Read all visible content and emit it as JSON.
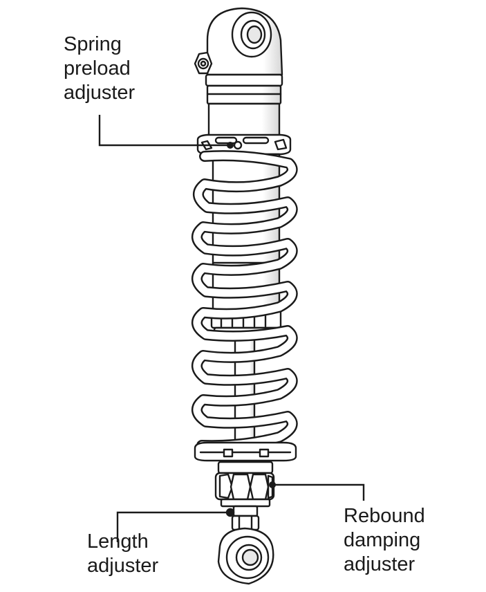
{
  "labels": {
    "spring_preload": [
      "Spring",
      "preload",
      "adjuster"
    ],
    "length": [
      "Length",
      "adjuster"
    ],
    "rebound_damping": [
      "Rebound",
      "damping",
      "adjuster"
    ]
  },
  "colors": {
    "stroke": "#1a1a1a",
    "fill": "#ffffff",
    "shadow": "#d8d8d8"
  }
}
